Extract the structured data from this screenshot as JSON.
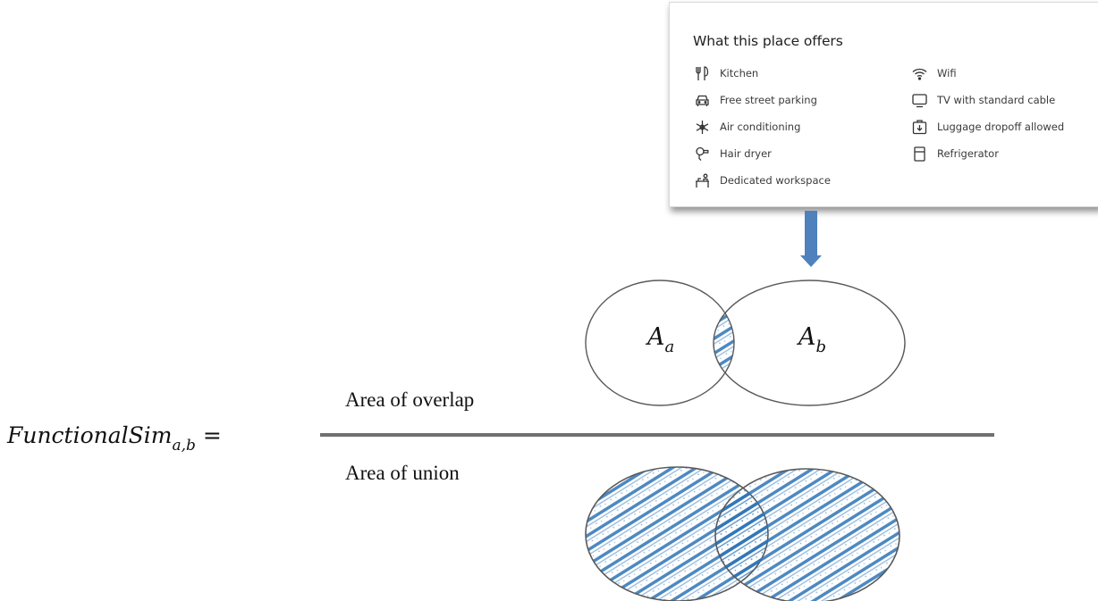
{
  "card": {
    "title": "What this place offers",
    "amenities_left": [
      {
        "label": "Kitchen",
        "icon": "kitchen-icon"
      },
      {
        "label": "Free street parking",
        "icon": "car-icon"
      },
      {
        "label": "Air conditioning",
        "icon": "snowflake-icon"
      },
      {
        "label": "Hair dryer",
        "icon": "hair-dryer-icon"
      },
      {
        "label": "Dedicated workspace",
        "icon": "workspace-icon"
      }
    ],
    "amenities_right": [
      {
        "label": "Wifi",
        "icon": "wifi-icon"
      },
      {
        "label": "TV with standard cable",
        "icon": "tv-icon"
      },
      {
        "label": "Luggage dropoff allowed",
        "icon": "luggage-icon"
      },
      {
        "label": "Refrigerator",
        "icon": "refrigerator-icon"
      }
    ]
  },
  "formula": {
    "lhs_name": "FunctionalSim",
    "lhs_subscript": "a,b",
    "equals": "=",
    "numerator": "Area of overlap",
    "denominator": "Area of union"
  },
  "sets": {
    "a_symbol": "A",
    "a_subscript": "a",
    "b_symbol": "A",
    "b_subscript": "b"
  },
  "colors": {
    "arrow": "#4f81bd",
    "hatch": "#2e75b6",
    "circle_stroke": "#595959",
    "fraction_bar": "#707070"
  }
}
